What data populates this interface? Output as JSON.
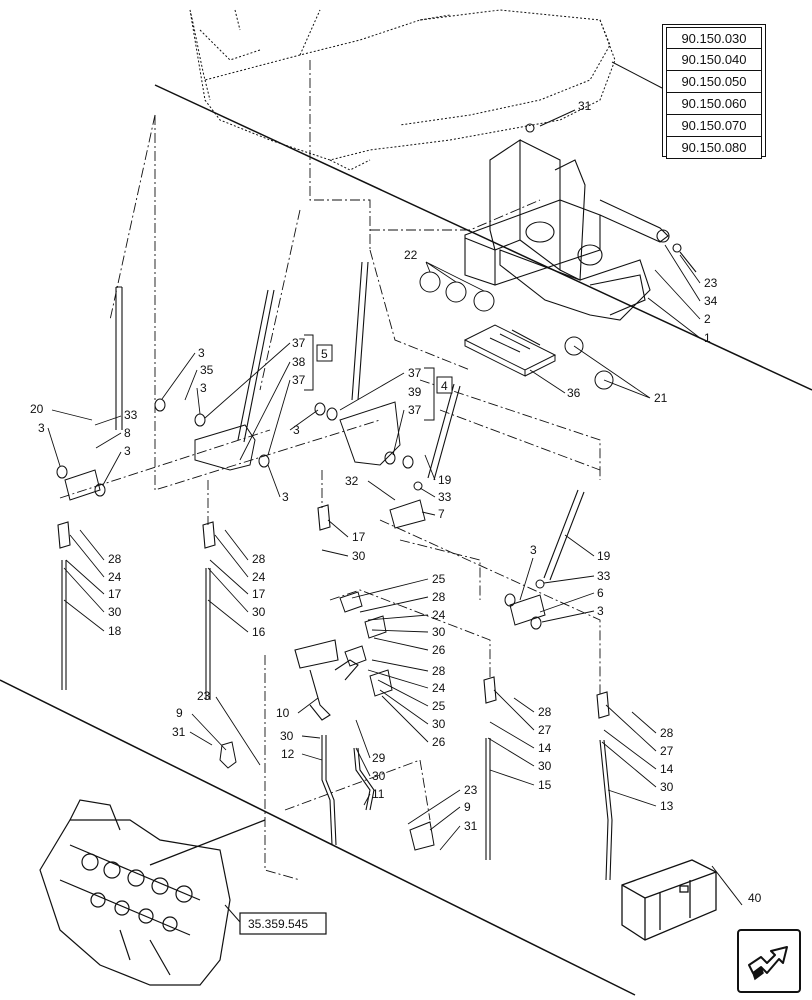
{
  "references": {
    "group_refs": [
      "90.150.030",
      "90.150.040",
      "90.150.050",
      "90.150.060",
      "90.150.070",
      "90.150.080"
    ],
    "valve_ref": "35.359.545"
  },
  "callouts": [
    {
      "id": "c31a",
      "text": "31"
    },
    {
      "id": "c22",
      "text": "22"
    },
    {
      "id": "c23a",
      "text": "23"
    },
    {
      "id": "c34",
      "text": "34"
    },
    {
      "id": "c2",
      "text": "2"
    },
    {
      "id": "c1",
      "text": "1"
    },
    {
      "id": "c21",
      "text": "21"
    },
    {
      "id": "c36",
      "text": "36"
    },
    {
      "id": "c3a",
      "text": "3"
    },
    {
      "id": "c35",
      "text": "35"
    },
    {
      "id": "c3b",
      "text": "3"
    },
    {
      "id": "c37a",
      "text": "37"
    },
    {
      "id": "c38",
      "text": "38"
    },
    {
      "id": "c37b",
      "text": "37"
    },
    {
      "id": "c37c",
      "text": "37"
    },
    {
      "id": "c39",
      "text": "39"
    },
    {
      "id": "c37d",
      "text": "37"
    },
    {
      "id": "c20",
      "text": "20"
    },
    {
      "id": "c3c",
      "text": "3"
    },
    {
      "id": "c33a",
      "text": "33"
    },
    {
      "id": "c8",
      "text": "8"
    },
    {
      "id": "c3d",
      "text": "3"
    },
    {
      "id": "c3e",
      "text": "3"
    },
    {
      "id": "c3f",
      "text": "3"
    },
    {
      "id": "c19a",
      "text": "19"
    },
    {
      "id": "c32",
      "text": "32"
    },
    {
      "id": "c33b",
      "text": "33"
    },
    {
      "id": "c7",
      "text": "7"
    },
    {
      "id": "c28a",
      "text": "28"
    },
    {
      "id": "c24a",
      "text": "24"
    },
    {
      "id": "c17a",
      "text": "17"
    },
    {
      "id": "c30a",
      "text": "30"
    },
    {
      "id": "c18",
      "text": "18"
    },
    {
      "id": "c28b",
      "text": "28"
    },
    {
      "id": "c24b",
      "text": "24"
    },
    {
      "id": "c17b",
      "text": "17"
    },
    {
      "id": "c30b",
      "text": "30"
    },
    {
      "id": "c16",
      "text": "16"
    },
    {
      "id": "c17c",
      "text": "17"
    },
    {
      "id": "c30c",
      "text": "30"
    },
    {
      "id": "c3g",
      "text": "3"
    },
    {
      "id": "c19b",
      "text": "19"
    },
    {
      "id": "c33c",
      "text": "33"
    },
    {
      "id": "c6",
      "text": "6"
    },
    {
      "id": "c3h",
      "text": "3"
    },
    {
      "id": "c25a",
      "text": "25"
    },
    {
      "id": "c28c",
      "text": "28"
    },
    {
      "id": "c24c",
      "text": "24"
    },
    {
      "id": "c30d",
      "text": "30"
    },
    {
      "id": "c26a",
      "text": "26"
    },
    {
      "id": "c28d",
      "text": "28"
    },
    {
      "id": "c24d",
      "text": "24"
    },
    {
      "id": "c25b",
      "text": "25"
    },
    {
      "id": "c30e",
      "text": "30"
    },
    {
      "id": "c26b",
      "text": "26"
    },
    {
      "id": "c23b",
      "text": "23"
    },
    {
      "id": "c9a",
      "text": "9"
    },
    {
      "id": "c31b",
      "text": "31"
    },
    {
      "id": "c10",
      "text": "10"
    },
    {
      "id": "c30f",
      "text": "30"
    },
    {
      "id": "c12",
      "text": "12"
    },
    {
      "id": "c29",
      "text": "29"
    },
    {
      "id": "c30g",
      "text": "30"
    },
    {
      "id": "c11",
      "text": "11"
    },
    {
      "id": "c28e",
      "text": "28"
    },
    {
      "id": "c27a",
      "text": "27"
    },
    {
      "id": "c14a",
      "text": "14"
    },
    {
      "id": "c30h",
      "text": "30"
    },
    {
      "id": "c15",
      "text": "15"
    },
    {
      "id": "c28f",
      "text": "28"
    },
    {
      "id": "c27b",
      "text": "27"
    },
    {
      "id": "c14b",
      "text": "14"
    },
    {
      "id": "c30i",
      "text": "30"
    },
    {
      "id": "c13",
      "text": "13"
    },
    {
      "id": "c23c",
      "text": "23"
    },
    {
      "id": "c9b",
      "text": "9"
    },
    {
      "id": "c31c",
      "text": "31"
    },
    {
      "id": "c40",
      "text": "40"
    }
  ],
  "kit_boxes": [
    {
      "id": "k5",
      "text": "5"
    },
    {
      "id": "k4",
      "text": "4"
    }
  ],
  "icons": {
    "navigation": "next-page-arrow-icon",
    "crate": "shipping-crate-icon"
  }
}
